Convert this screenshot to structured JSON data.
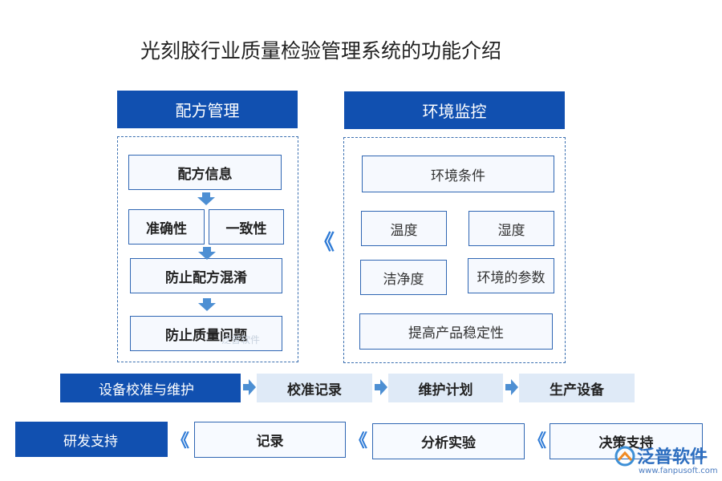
{
  "title": "光刻胶行业质量检验管理系统的功能介绍",
  "left_panel": {
    "header": "配方管理",
    "info": "配方信息",
    "accuracy": "准确性",
    "consistency": "一致性",
    "prevent_mix": "防止配方混淆",
    "prevent_quality": "防止质量问题"
  },
  "right_panel": {
    "header": "环境监控",
    "conditions": "环境条件",
    "temperature": "温度",
    "humidity": "湿度",
    "cleanliness": "洁净度",
    "params": "环境的参数",
    "stability": "提高产品稳定性"
  },
  "flow_row": {
    "start": "设备校准与维护",
    "steps": [
      "校准记录",
      "维护计划",
      "生产设备"
    ]
  },
  "support_row": {
    "start": "研发支持",
    "steps": [
      "记录",
      "分析实验",
      "决策支持"
    ]
  },
  "watermark": {
    "center": "泛普软件",
    "brand": "泛普软件",
    "url": "www.fanpusoft.com"
  },
  "colors": {
    "primary": "#1150b0",
    "accent": "#3d8fd6",
    "light": "#dfeaf7"
  }
}
